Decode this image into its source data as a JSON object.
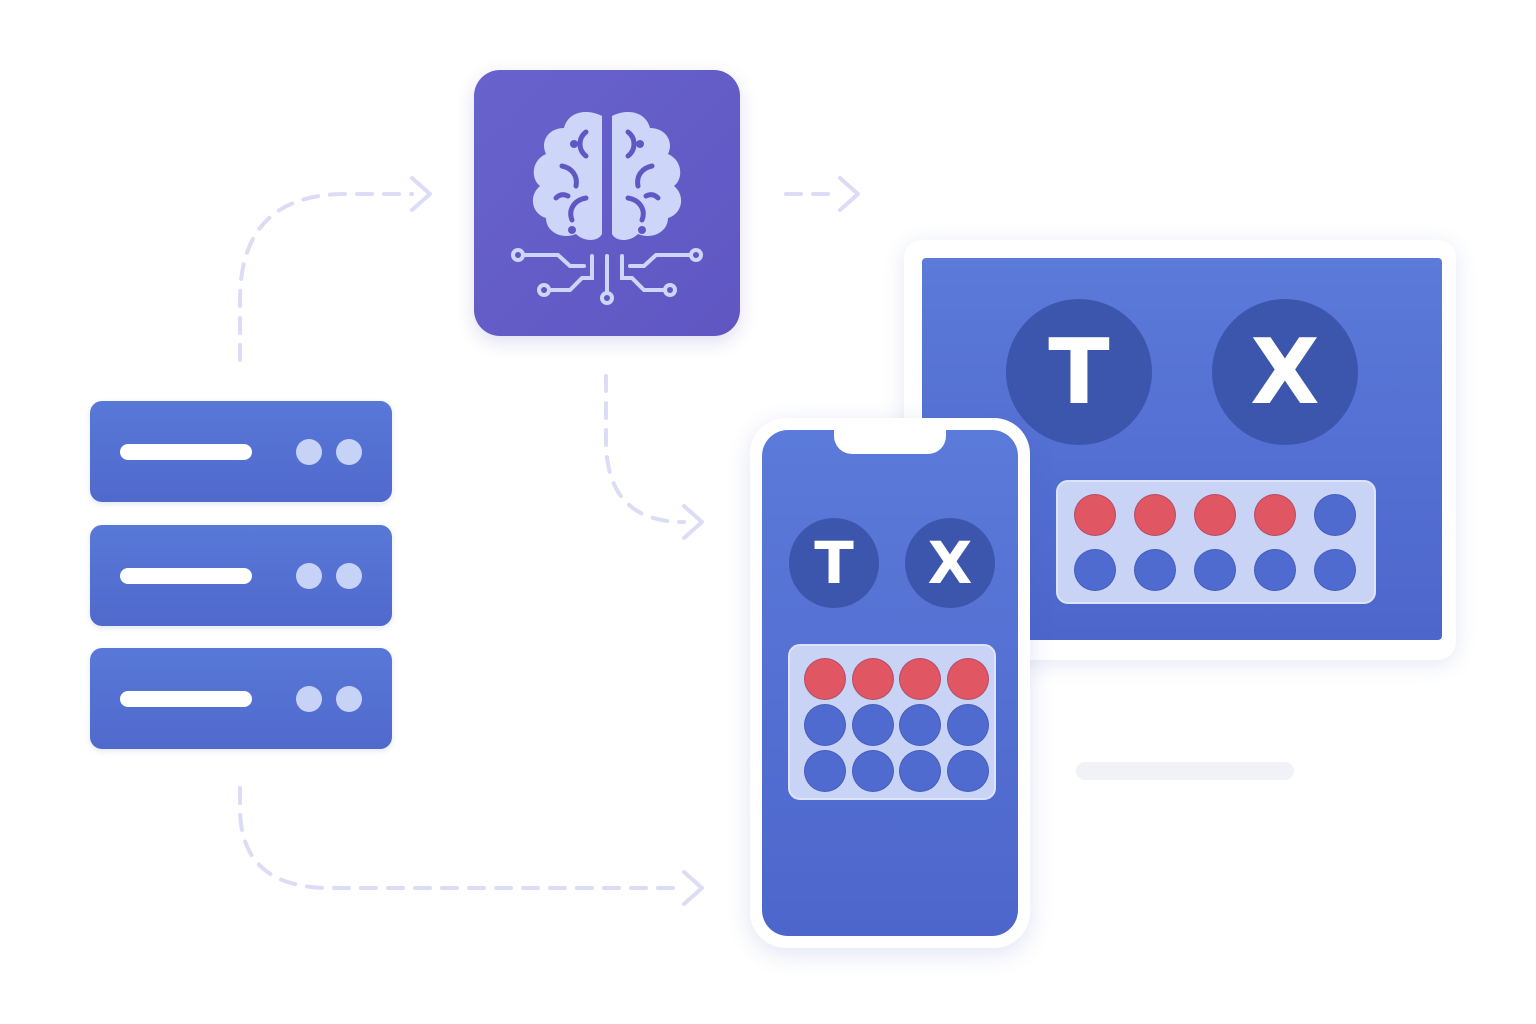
{
  "desktop": {
    "badge_left": "T",
    "badge_right": "X",
    "dot_grid": [
      [
        "red",
        "red",
        "red",
        "red",
        "blue"
      ],
      [
        "blue",
        "blue",
        "blue",
        "blue",
        "blue"
      ]
    ]
  },
  "phone": {
    "badge_left": "T",
    "badge_right": "X",
    "dot_grid": [
      [
        "red",
        "red",
        "red",
        "red"
      ],
      [
        "blue",
        "blue",
        "blue",
        "blue"
      ],
      [
        "blue",
        "blue",
        "blue",
        "blue"
      ]
    ]
  },
  "icons": {
    "ai_model": "brain-circuit-icon",
    "data_source": "server-stack-icon",
    "desktop": "desktop-monitor-icon",
    "mobile": "smartphone-icon"
  },
  "colors": {
    "primary_blue": "#5574d6",
    "ai_purple": "#6460c8",
    "badge_navy": "#3c56ad",
    "active_red": "#e05662",
    "light_lavender": "#c9d3f5",
    "arrow_lavender": "#dcdcf7"
  }
}
